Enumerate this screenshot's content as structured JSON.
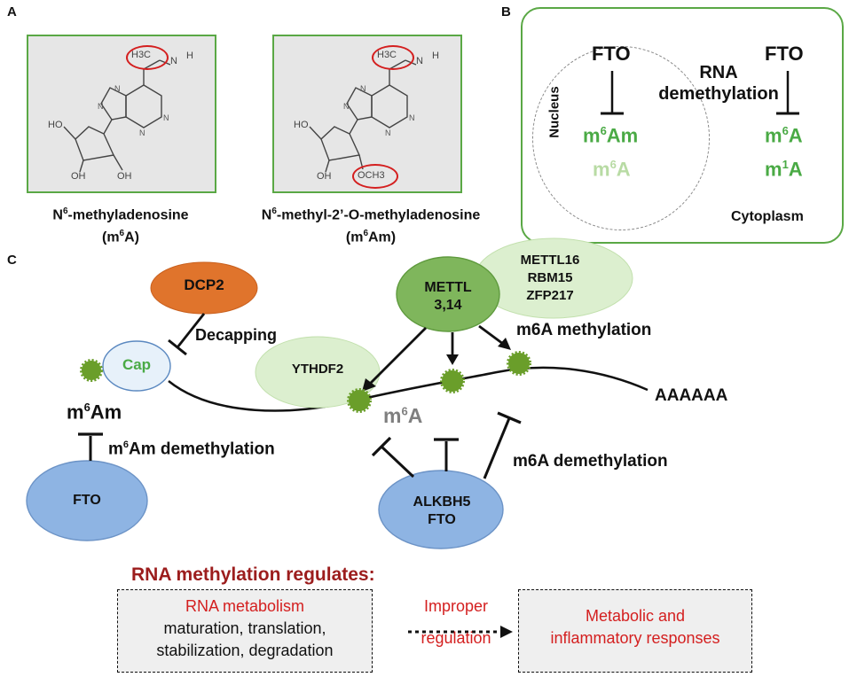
{
  "panels": {
    "a": "A",
    "b": "B",
    "c": "C"
  },
  "panel_a": {
    "molecule1": {
      "ch3": "H3C",
      "nh": "N",
      "h": "H",
      "ho": "HO",
      "oh1": "OH",
      "oh2": "OH",
      "name_line1": "N6-methyladenosine",
      "name_line1_main": "N",
      "name_line1_sup": "6",
      "name_line1_rest": "-methyladenosine",
      "abbr_pre": "(m",
      "abbr_sup": "6",
      "abbr_post": "A)"
    },
    "molecule2": {
      "ch3": "H3C",
      "nh": "N",
      "h": "H",
      "ho": "HO",
      "oh": "OH",
      "och3": "OCH3",
      "name_line1_main": "N",
      "name_line1_sup": "6",
      "name_line1_rest": "-methyl-2’-O-methyladenosine",
      "abbr_pre": "(m",
      "abbr_sup": "6",
      "abbr_post": "Am)"
    }
  },
  "panel_b": {
    "fto_left": "FTO",
    "fto_right": "FTO",
    "center_line1": "RNA",
    "center_line2": "demethylation",
    "nucleus": "Nucleus",
    "cytoplasm": "Cytoplasm",
    "left_target1_pre": "m",
    "left_target1_sup": "6",
    "left_target1_post": "Am",
    "left_target2_pre": "m",
    "left_target2_sup": "6",
    "left_target2_post": "A",
    "right_target1_pre": "m",
    "right_target1_sup": "6",
    "right_target1_post": "A",
    "right_target2_pre": "m",
    "right_target2_sup": "1",
    "right_target2_post": "A"
  },
  "panel_c": {
    "dcp2": "DCP2",
    "decapping": "Decapping",
    "cap": "Cap",
    "m6am_pre": "m",
    "m6am_sup": "6",
    "m6am_post": "Am",
    "m6am_demeth_pre": "m",
    "m6am_demeth_sup": "6",
    "m6am_demeth_post": "Am demethylation",
    "fto": "FTO",
    "mettl_line1": "METTL",
    "mettl_line2": "3,14",
    "others_line1": "METTL16",
    "others_line2": "RBM15",
    "others_line3": "ZFP217",
    "m6a_methylation": "m6A methylation",
    "ythdf2": "YTHDF2",
    "m6a_pre": "m",
    "m6a_sup": "6",
    "m6a_post": "A",
    "polya": "AAAAAA",
    "m6a_demethylation": "m6A demethylation",
    "alkbh5_line1": "ALKBH5",
    "alkbh5_line2": "FTO"
  },
  "bottom": {
    "heading": "RNA methylation regulates:",
    "box1_title": "RNA metabolism",
    "box1_line1": "maturation, translation,",
    "box1_line2": "stabilization, degradation",
    "arrow_line1": "Improper",
    "arrow_line2": "regulation",
    "box2_line1": "Metabolic and",
    "box2_line2": "inflammatory responses"
  },
  "colors": {
    "panel_border": "#5aa845",
    "green_text": "#4aaa45",
    "dcp2": "#e0742c",
    "mettl": "#7fb65c",
    "light_green": "#dcefcf",
    "blue": "#8eb4e3",
    "dot": "#6a9e2a",
    "red": "#d41f1f",
    "dark_red": "#9c1d1d"
  }
}
